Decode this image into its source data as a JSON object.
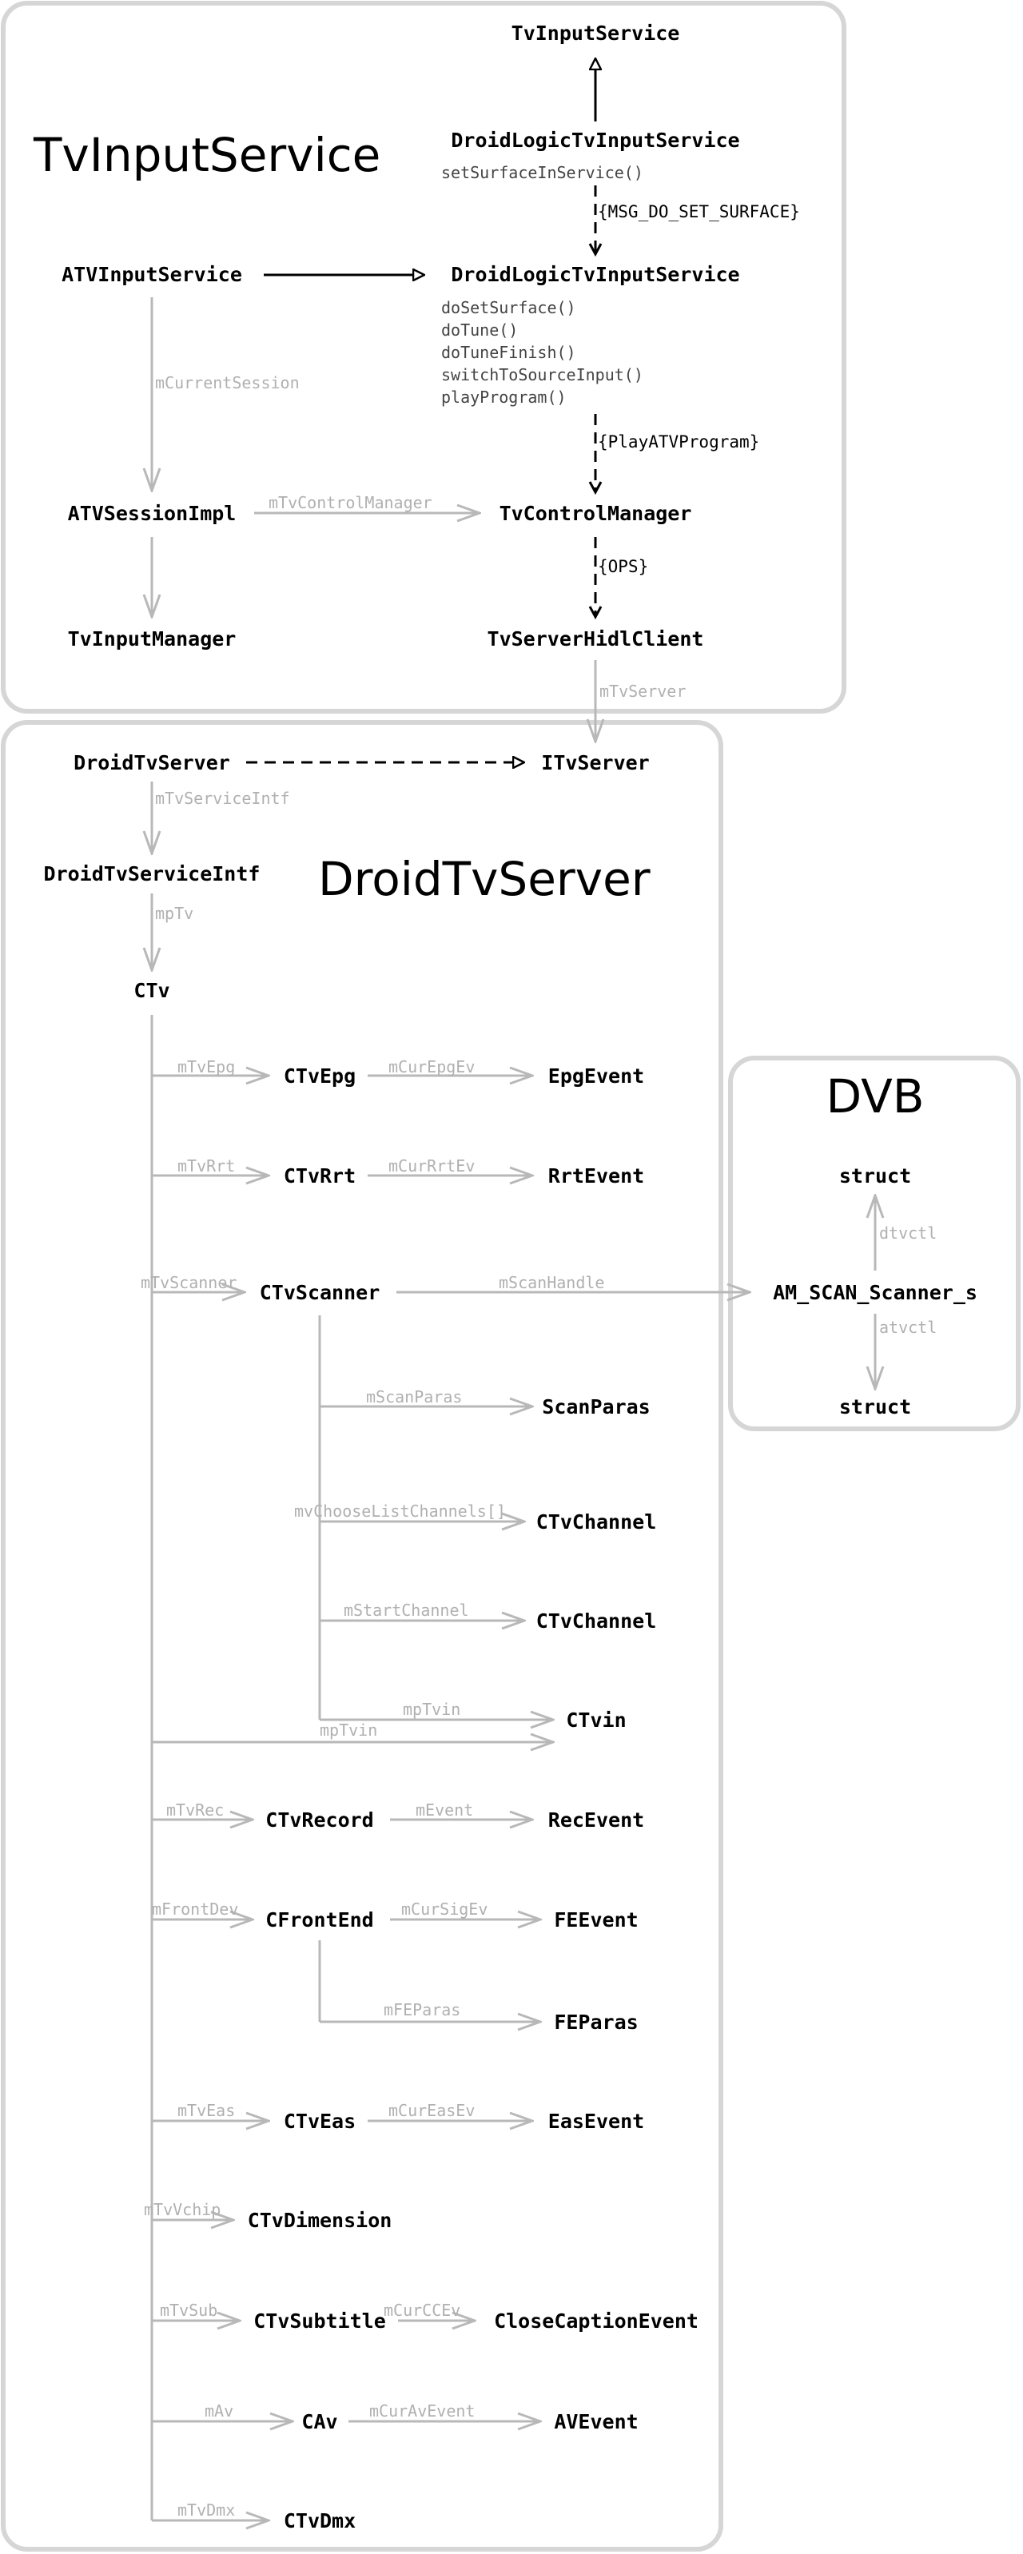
{
  "clusters": {
    "tvinput": "TvInputService",
    "droidtv": "DroidTvServer",
    "dvb": "DVB"
  },
  "nodes": {
    "tv_input_service": "TvInputService",
    "droidlogic_parent": "DroidLogicTvInputService",
    "droidlogic_impl": "DroidLogicTvInputService",
    "atv_input_service": "ATVInputService",
    "atv_session_impl": "ATVSessionImpl",
    "tv_control_manager": "TvControlManager",
    "tv_input_manager": "TvInputManager",
    "tv_server_hidl_client": "TvServerHidlClient",
    "droid_tv_server": "DroidTvServer",
    "itv_server": "ITvServer",
    "droid_tv_service_intf": "DroidTvServiceIntf",
    "ctv": "CTv",
    "ctv_epg": "CTvEpg",
    "epg_event": "EpgEvent",
    "ctv_rrt": "CTvRrt",
    "rrt_event": "RrtEvent",
    "ctv_scanner": "CTvScanner",
    "am_scan_scanner": "AM_SCAN_Scanner_s",
    "struct_top": "struct",
    "struct_bottom": "struct",
    "scan_paras": "ScanParas",
    "ctv_channel_1": "CTvChannel",
    "ctv_channel_2": "CTvChannel",
    "ctvin": "CTvin",
    "ctv_record": "CTvRecord",
    "rec_event": "RecEvent",
    "cfront_end": "CFrontEnd",
    "fe_event": "FEEvent",
    "fe_paras": "FEParas",
    "ctv_eas": "CTvEas",
    "eas_event": "EasEvent",
    "ctv_dimension": "CTvDimension",
    "ctv_subtitle": "CTvSubtitle",
    "close_caption_event": "CloseCaptionEvent",
    "cav": "CAv",
    "av_event": "AVEvent",
    "ctv_dmx": "CTvDmx"
  },
  "methods": {
    "droidlogic_parent": [
      "setSurfaceInService()"
    ],
    "droidlogic_impl": [
      "doSetSurface()",
      "doTune()",
      "doTuneFinish()",
      "switchToSourceInput()",
      "playProgram()"
    ]
  },
  "annotations": {
    "msg_do_set_surface": "{MSG_DO_SET_SURFACE}",
    "play_atv_program": "{PlayATVProgram}",
    "ops": "{OPS}"
  },
  "edges": {
    "m_current_session": "mCurrentSession",
    "m_tv_control_manager": "mTvControlManager",
    "m_tv_server": "mTvServer",
    "m_tv_service_intf": "mTvServiceIntf",
    "mp_tv": "mpTv",
    "m_tv_epg": "mTvEpg",
    "m_cur_epg_ev": "mCurEpgEv",
    "m_tv_rrt": "mTvRrt",
    "m_cur_rrt_ev": "mCurRrtEv",
    "m_tv_scanner": "mTvScanner",
    "m_scan_handle": "mScanHandle",
    "dtvctl": "dtvctl",
    "atvctl": "atvctl",
    "m_scan_paras": "mScanParas",
    "mv_choose_list_channels": "mvChooseListChannels[]",
    "m_start_channel": "mStartChannel",
    "mp_tvin_scanner": "mpTvin",
    "mp_tvin_ctv": "mpTvin",
    "m_tv_rec": "mTvRec",
    "m_event": "mEvent",
    "m_front_dev": "mFrontDev",
    "m_cur_sig_ev": "mCurSigEv",
    "m_fe_paras": "mFEParas",
    "m_tv_eas": "mTvEas",
    "m_cur_eas_ev": "mCurEasEv",
    "m_tv_vchip": "mTvVchip",
    "m_tv_sub": "mTvSub",
    "m_cur_cc_ev": "mCurCCEv",
    "m_av": "mAv",
    "m_cur_av_event": "mCurAvEvent",
    "m_tv_dmx": "mTvDmx"
  }
}
